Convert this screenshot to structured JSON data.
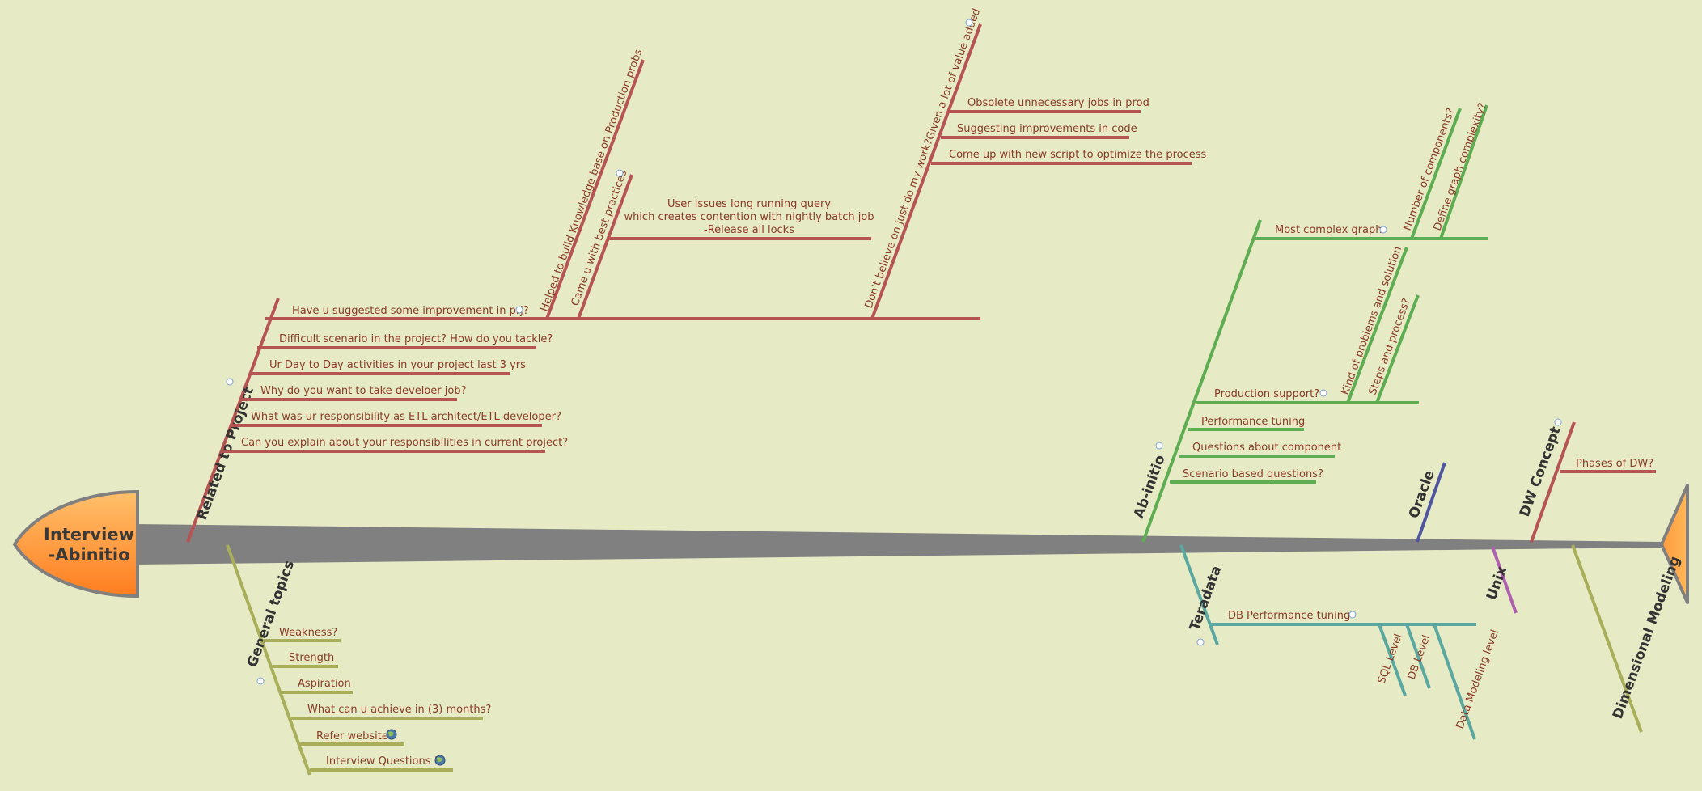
{
  "colors": {
    "background": "#e6ebc6",
    "spine": "#808080",
    "head_fill_light": "#ffc06b",
    "head_fill_dark": "#ff7d1f",
    "project": "#b65454",
    "general": "#a8ae5a",
    "abinitio": "#5fad52",
    "teradata": "#5aa8a0",
    "oracle": "#5055a0",
    "unix": "#b060b0",
    "dw": "#b65454",
    "dimensional": "#a8ae5a",
    "text": "#8a3a26"
  },
  "head": {
    "line1": "Interview",
    "line2": "-Abinitio"
  },
  "categories": {
    "related_project": "Related to Project",
    "general_topics": "General topics",
    "abinitio": "Ab-initio",
    "teradata": "Teradata",
    "oracle": "Oracle",
    "unix": "Unix",
    "dw_concept": "DW Concept",
    "dimensional_modeling": "Dimensional Modeling"
  },
  "project": {
    "suggested": "Have u suggested some improvement in prj?",
    "difficult": "Difficult scenario in the project? How do you tackle?",
    "day_to_day": "Ur Day to Day activities in your project last 3 yrs",
    "why_developer": "Why do you want to take develoer job?",
    "responsibility": "What was ur responsibility as ETL architect/ETL developer?",
    "explain": "Can you explain about your responsibilities in current project?",
    "knowledge_base": "Helped to build Knowledge base on Production probs",
    "best_practices": "Came u with best practices",
    "user_issue_1": "User issues long running query",
    "user_issue_2": "which creates contention with nightly batch job",
    "user_issue_3": "-Release all locks",
    "dont_believe": "Don't believe on just do my work?Given a lot of value added",
    "obsolete": "Obsolete unnecessary jobs in prod",
    "suggesting": "Suggesting improvements in code",
    "new_script": "Come up with new script to optimize the process"
  },
  "general": {
    "weakness": "Weakness?",
    "strength": "Strength",
    "aspiration": "Aspiration",
    "achieve": "What can u achieve in (3) months?",
    "refer": "Refer website",
    "questions": "Interview Questions 1"
  },
  "abinitio": {
    "complex_graph": "Most complex graph",
    "num_components": "Number of components?",
    "graph_complexity": "Define graph complexity?",
    "production_support": "Production support?",
    "kind_problems": "Kind of problems and solution",
    "steps_process": "Steps and process?",
    "performance": "Performance tuning",
    "questions_component": "Questions about component",
    "scenario": "Scenario based questions?"
  },
  "teradata": {
    "db_perf": "DB Performance tuning",
    "sql_level": "SQL Level",
    "db_level": "DB Level",
    "data_modeling": "Data Modeling level"
  },
  "dw": {
    "phases": "Phases of DW?"
  }
}
